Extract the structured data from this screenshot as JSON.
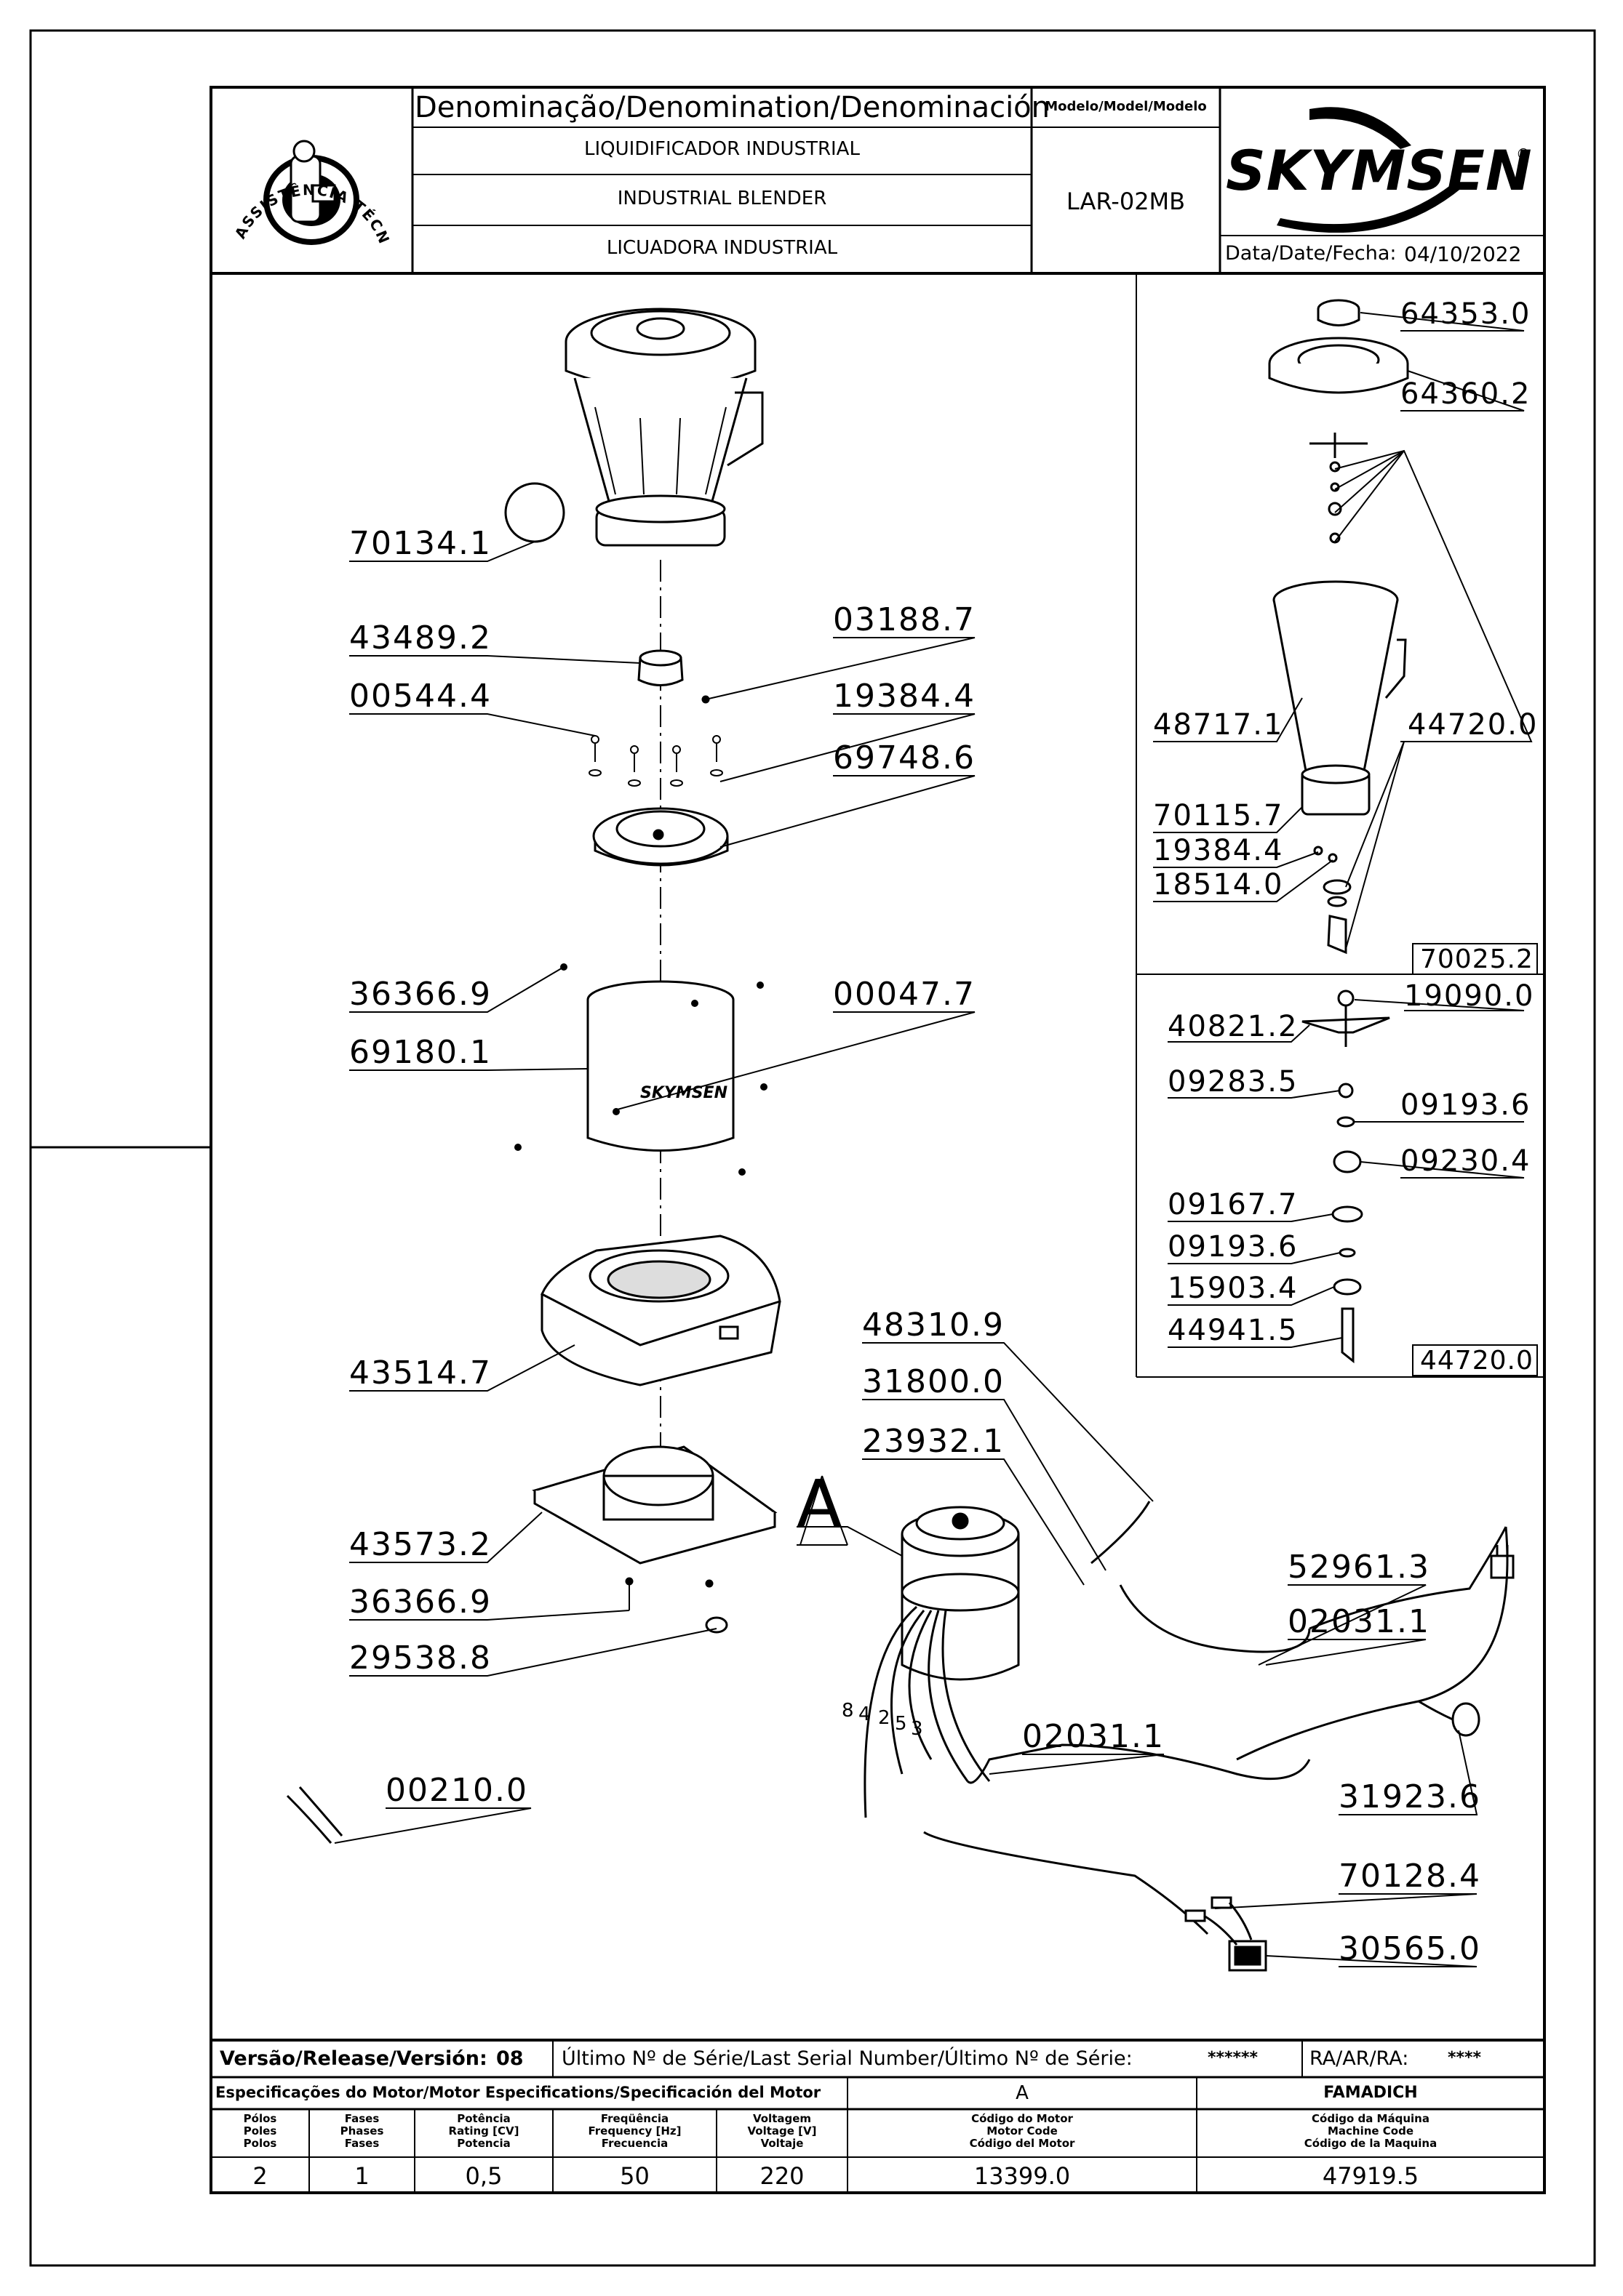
{
  "header": {
    "denomination_title": "Denominação/Denomination/Denominación",
    "name_pt": "LIQUIDIFICADOR INDUSTRIAL",
    "name_en": "INDUSTRIAL BLENDER",
    "name_es": "LICUADORA INDUSTRIAL",
    "model_label": "Modelo/Model/Modelo",
    "model_value": "LAR-02MB",
    "brand": "SKYMSEN",
    "brand_mark": "®",
    "date_label": "Data/Date/Fecha:",
    "date_value": "04/10/2022",
    "seal_text": "ASSISTÊNCIA TÉCNICA AUTORIZADA"
  },
  "callouts": [
    {
      "id": "c1",
      "text": "70134.1"
    },
    {
      "id": "c2",
      "text": "43489.2"
    },
    {
      "id": "c3",
      "text": "03188.7"
    },
    {
      "id": "c4",
      "text": "00544.4"
    },
    {
      "id": "c5",
      "text": "19384.4"
    },
    {
      "id": "c6",
      "text": "69748.6"
    },
    {
      "id": "c7",
      "text": "36366.9"
    },
    {
      "id": "c8",
      "text": "00047.7"
    },
    {
      "id": "c9",
      "text": "69180.1"
    },
    {
      "id": "c10",
      "text": "43514.7"
    },
    {
      "id": "c11",
      "text": "43573.2"
    },
    {
      "id": "c12",
      "text": "36366.9"
    },
    {
      "id": "c13",
      "text": "29538.8"
    },
    {
      "id": "c14",
      "text": "00210.0"
    },
    {
      "id": "c15",
      "text": "48310.9"
    },
    {
      "id": "c16",
      "text": "31800.0"
    },
    {
      "id": "c17",
      "text": "23932.1"
    },
    {
      "id": "c18",
      "text": "52961.3"
    },
    {
      "id": "c19",
      "text": "02031.1"
    },
    {
      "id": "c20",
      "text": "02031.1"
    },
    {
      "id": "c21",
      "text": "31923.6"
    },
    {
      "id": "c22",
      "text": "70128.4"
    },
    {
      "id": "c23",
      "text": "30565.0"
    },
    {
      "id": "c24",
      "text": "64353.0"
    },
    {
      "id": "c25",
      "text": "64360.2"
    },
    {
      "id": "c26",
      "text": "48717.1"
    },
    {
      "id": "c27",
      "text": "44720.0"
    },
    {
      "id": "c28",
      "text": "70115.7"
    },
    {
      "id": "c29",
      "text": "19384.4"
    },
    {
      "id": "c30",
      "text": "18514.0"
    },
    {
      "id": "c31",
      "text": "70025.2"
    },
    {
      "id": "c32",
      "text": "19090.0"
    },
    {
      "id": "c33",
      "text": "40821.2"
    },
    {
      "id": "c34",
      "text": "09283.5"
    },
    {
      "id": "c35",
      "text": "09193.6"
    },
    {
      "id": "c36",
      "text": "09230.4"
    },
    {
      "id": "c37",
      "text": "09167.7"
    },
    {
      "id": "c38",
      "text": "09193.6"
    },
    {
      "id": "c39",
      "text": "15903.4"
    },
    {
      "id": "c40",
      "text": "44941.5"
    },
    {
      "id": "c41",
      "text": "44720.0"
    }
  ],
  "detail_marker": "A",
  "wire_numbers": [
    "8",
    "4",
    "2",
    "5",
    "3"
  ],
  "footer": {
    "version_label": "Versão/Release/Versión:",
    "version_value": "08",
    "serial_label": "Último Nº de Série/Last Serial Number/Último Nº de Série:",
    "serial_value": "******",
    "ra_label": "RA/AR/RA:",
    "ra_value": "****",
    "motor_spec_title": "Especificações do Motor/Motor Especifications/Specificación del Motor",
    "motor_type": "A",
    "manufacturer": "FAMADICH",
    "col_poles": "Pólos\nPoles\nPolos",
    "col_phases": "Fases\nPhases\nFases",
    "col_power": "Potência\nRating [CV]\nPotencia",
    "col_freq": "Freqüência\nFrequency [Hz]\nFrecuencia",
    "col_voltage": "Voltagem\nVoltage [V]\nVoltaje",
    "col_motor_code": "Código do Motor\nMotor Code\nCódigo del Motor",
    "col_machine_code": "Código da Máquina\nMachine Code\nCódigo de la Maquina",
    "val_poles": "2",
    "val_phases": "1",
    "val_power": "0,5",
    "val_freq": "50",
    "val_voltage": "220",
    "val_motor_code": "13399.0",
    "val_machine_code": "47919.5"
  }
}
